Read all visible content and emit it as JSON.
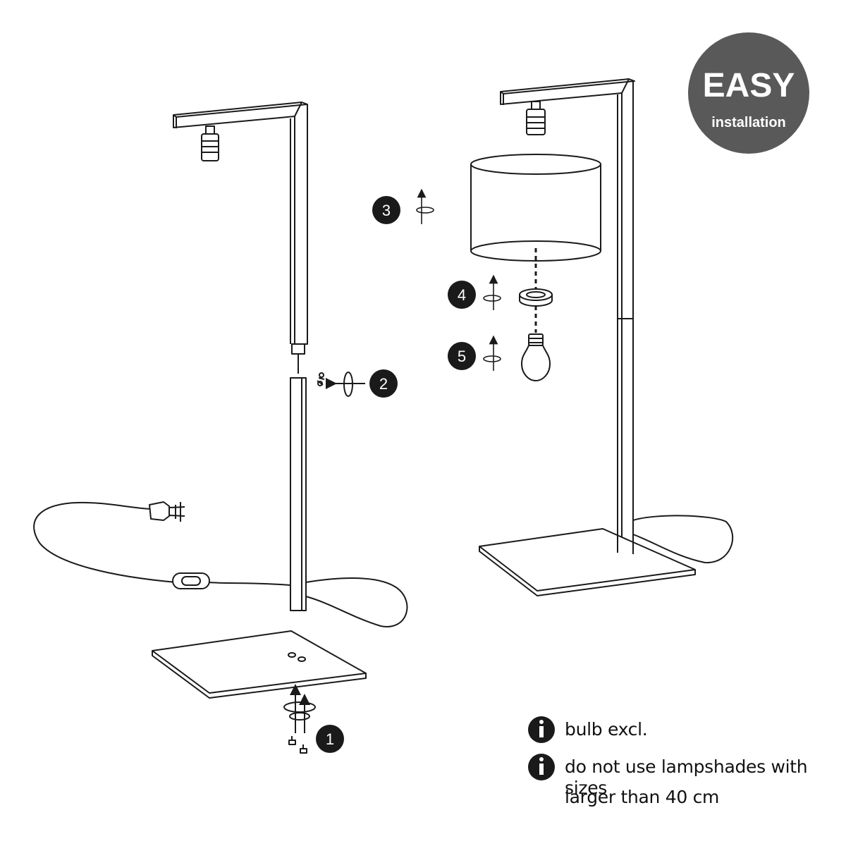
{
  "badge": {
    "title": "EASY",
    "subtitle": "installation",
    "color": "#5a5959"
  },
  "steps": [
    {
      "number": "1",
      "action": "screw-both-directions"
    },
    {
      "number": "2",
      "action": "screw-clockwise"
    },
    {
      "number": "3",
      "action": "rotate-to-attach"
    },
    {
      "number": "4",
      "action": "rotate-to-attach"
    },
    {
      "number": "5",
      "action": "rotate-to-attach"
    }
  ],
  "notes": {
    "bulb": "bulb excl.",
    "shade_line1": "do not use lampshades with sizes",
    "shade_line2": "larger than 40 cm"
  },
  "icons": [
    "info-icon",
    "rotate-icon",
    "screw-icon",
    "plug-icon",
    "bulb-icon"
  ],
  "colors": {
    "line": "#1a1a1a",
    "circle": "#1a1a1a",
    "circle_text": "#ffffff",
    "background": "#ffffff"
  }
}
